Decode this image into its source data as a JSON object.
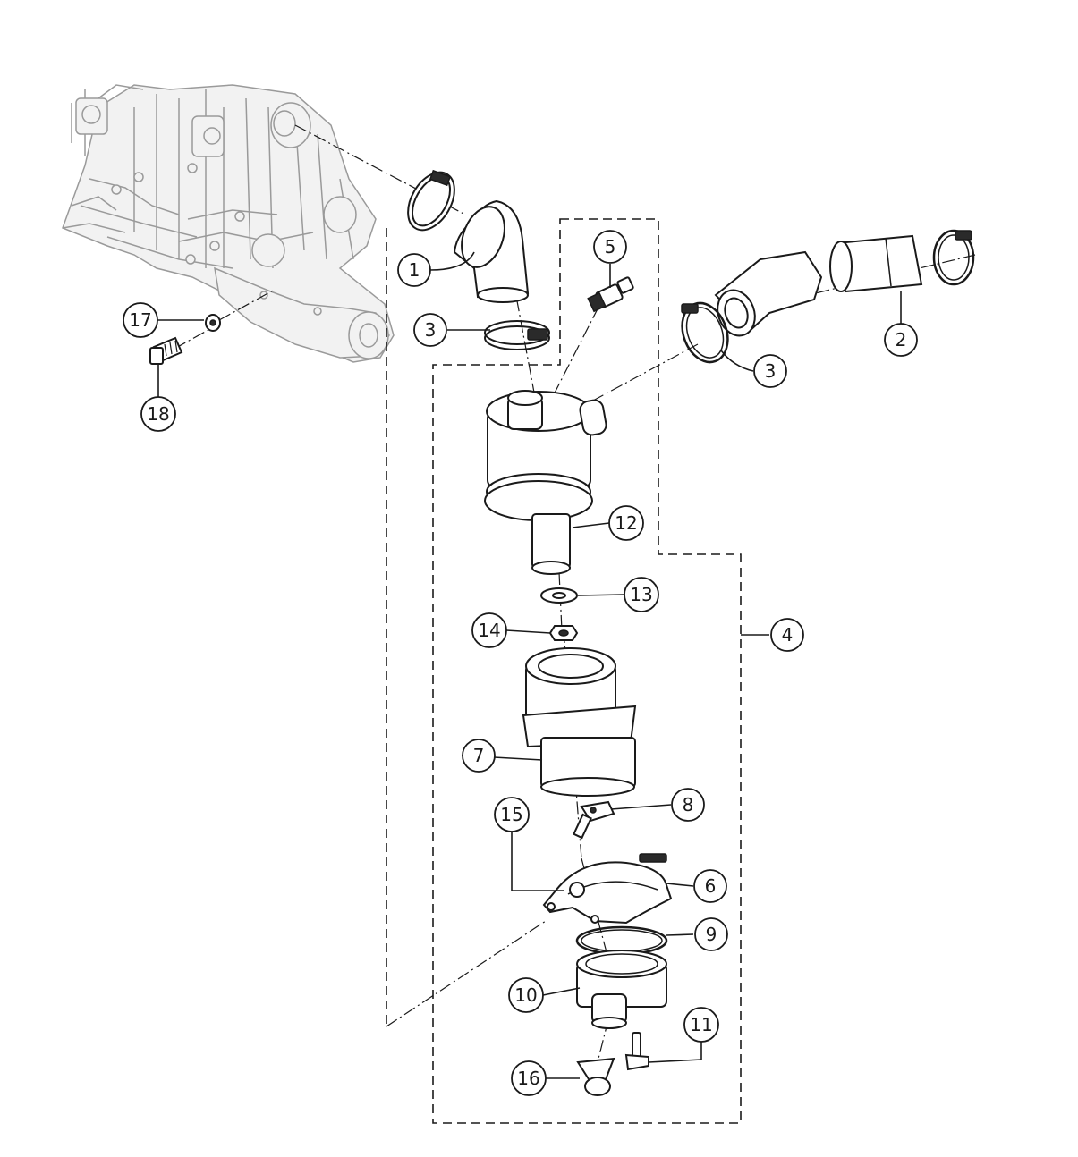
{
  "callouts": [
    {
      "id": "c1",
      "label": "1"
    },
    {
      "id": "c2",
      "label": "2"
    },
    {
      "id": "c3a",
      "label": "3"
    },
    {
      "id": "c3b",
      "label": "3"
    },
    {
      "id": "c4",
      "label": "4"
    },
    {
      "id": "c5",
      "label": "5"
    },
    {
      "id": "c6",
      "label": "6"
    },
    {
      "id": "c7",
      "label": "7"
    },
    {
      "id": "c8",
      "label": "8"
    },
    {
      "id": "c9",
      "label": "9"
    },
    {
      "id": "c10",
      "label": "10"
    },
    {
      "id": "c11",
      "label": "11"
    },
    {
      "id": "c12",
      "label": "12"
    },
    {
      "id": "c13",
      "label": "13"
    },
    {
      "id": "c14",
      "label": "14"
    },
    {
      "id": "c15",
      "label": "15"
    },
    {
      "id": "c16",
      "label": "16"
    },
    {
      "id": "c17",
      "label": "17"
    },
    {
      "id": "c18",
      "label": "18"
    }
  ]
}
